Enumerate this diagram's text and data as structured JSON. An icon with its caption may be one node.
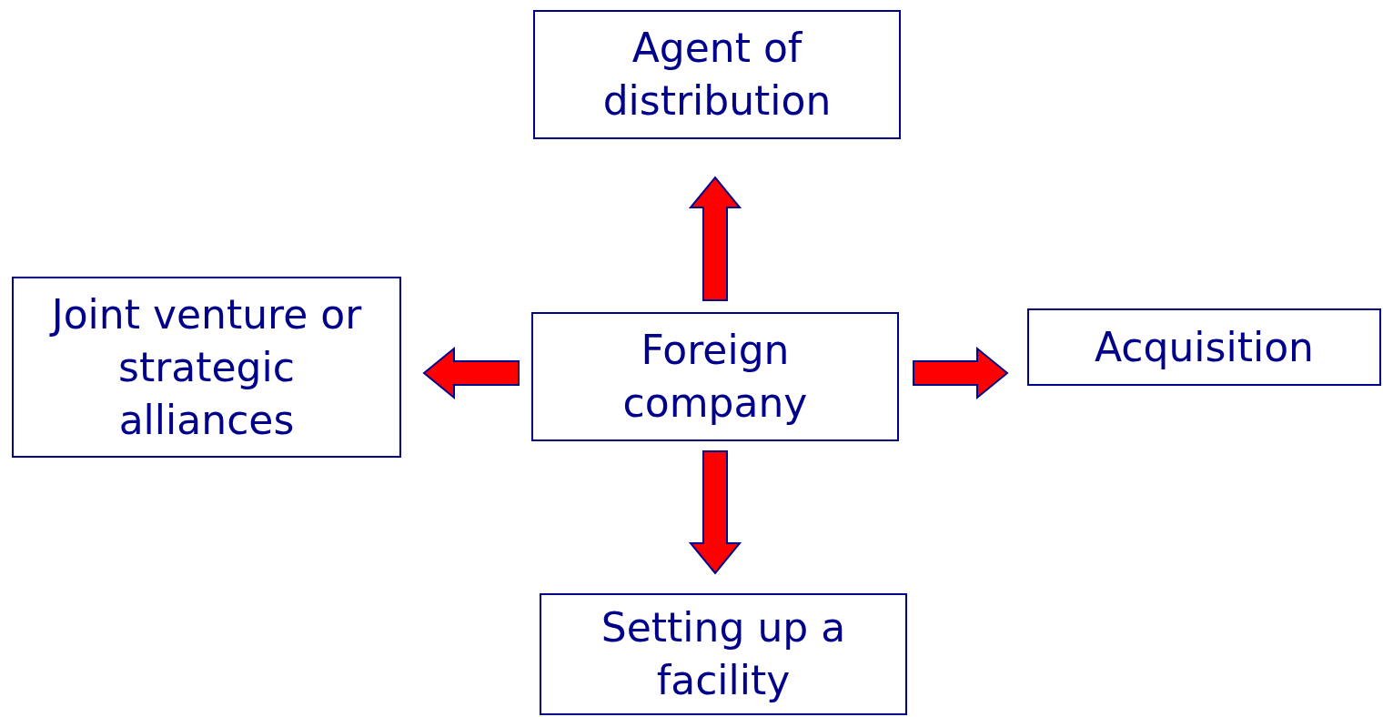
{
  "diagram": {
    "nodes": [
      {
        "text": [
          "Foreign company"
        ]
      },
      {
        "text": [
          "Agent of distribution"
        ]
      },
      {
        "text": [
          "Joint venture or strategic alliances"
        ]
      },
      {
        "text": [
          "Acquisition"
        ]
      },
      {
        "text": [
          "Setting up a facility"
        ]
      }
    ],
    "edges": [
      {
        "from": 0,
        "to": 1,
        "arrow": "to"
      },
      {
        "from": 0,
        "to": 2,
        "arrow": "to"
      },
      {
        "from": 0,
        "to": 3,
        "arrow": "to"
      },
      {
        "from": 0,
        "to": 4,
        "arrow": "to"
      }
    ]
  }
}
